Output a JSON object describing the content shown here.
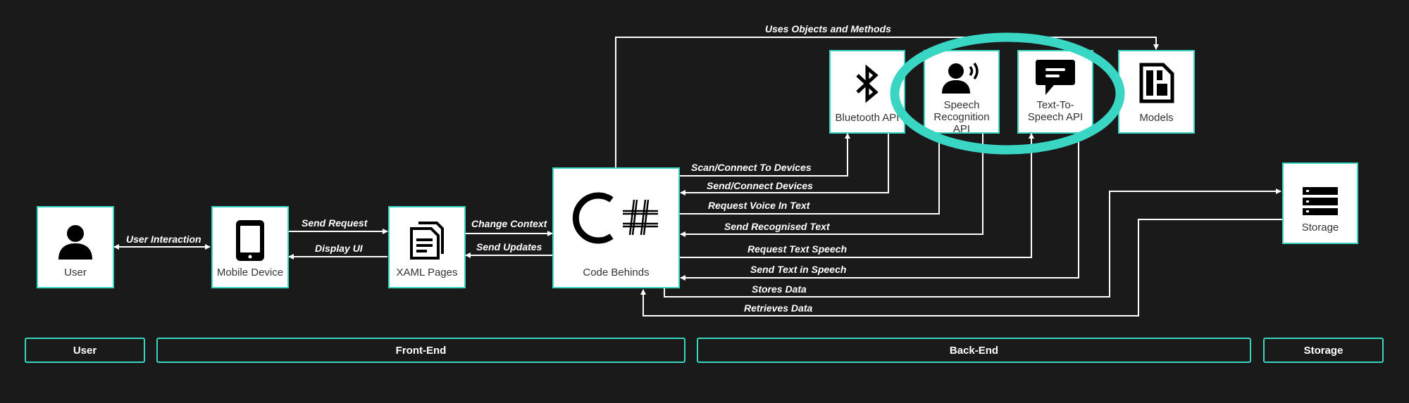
{
  "colors": {
    "accent": "#3ad6c4",
    "background": "#1a1a1b",
    "node_fill": "#ffffff",
    "wire": "#ffffff"
  },
  "nodes": {
    "user": {
      "label": "User",
      "icon": "user-icon"
    },
    "mobile": {
      "label": "Mobile Device",
      "icon": "smartphone-icon"
    },
    "xaml": {
      "label": "XAML Pages",
      "icon": "document-icon"
    },
    "code": {
      "label": "Code Behinds",
      "icon": "csharp-logo"
    },
    "bluetooth": {
      "label": "Bluetooth API",
      "icon": "bluetooth-icon"
    },
    "speech": {
      "label": "Speech Recognition API",
      "icon": "voice-recognition-icon"
    },
    "tts": {
      "label": "Text-To-Speech API",
      "icon": "chat-bubble-icon"
    },
    "models": {
      "label": "Models",
      "icon": "layout-icon"
    },
    "storage": {
      "label": "Storage",
      "icon": "server-icon"
    }
  },
  "edges": {
    "user_interaction": "User Interaction",
    "send_request": "Send Request",
    "display_ui": "Display UI",
    "change_context": "Change Context",
    "send_updates": "Send Updates",
    "uses_objects": "Uses Objects and Methods",
    "scan_connect": "Scan/Connect To Devices",
    "send_connect": "Send/Connect Devices",
    "request_voice": "Request Voice In Text",
    "send_recognised": "Send Recognised Text",
    "request_tts": "Request Text Speech",
    "send_text_speech": "Send Text in Speech",
    "stores_data": "Stores Data",
    "retrieves_data": "Retrieves Data"
  },
  "lanes": {
    "user": "User",
    "frontend": "Front-End",
    "backend": "Back-End",
    "storage": "Storage"
  },
  "highlight": {
    "shape": "ellipse",
    "color": "#3ad6c4",
    "encloses": [
      "Speech Recognition API",
      "Text-To-Speech API"
    ]
  }
}
